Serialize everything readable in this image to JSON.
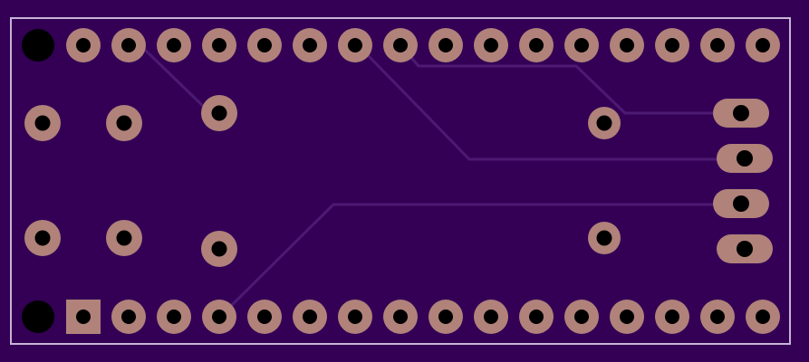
{
  "board": {
    "substrate_color": "#330055",
    "outline_color": "#c9b3d6",
    "pad_color": "#b0827a",
    "drill_color": "#000000",
    "trace_color": "#4d1a73"
  },
  "mounting_holes": 4,
  "header_top": {
    "pin_count": 16
  },
  "header_bottom": {
    "pin_count": 16,
    "pin1_pad_shape": "square"
  },
  "connector_right": {
    "pin_count": 4,
    "pad_shape": "oval"
  },
  "traces": 4
}
